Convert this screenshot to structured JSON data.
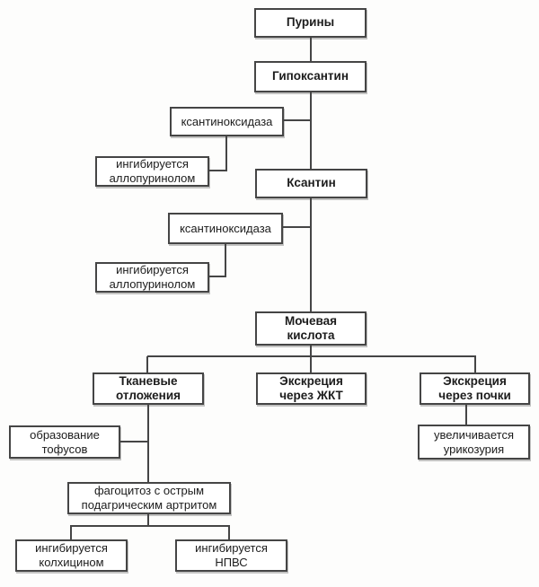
{
  "diagram": {
    "description": "Purine metabolism flowchart (Russian)",
    "colors": {
      "line": "#454545",
      "text": "#1c1c1c",
      "background": "#fdfdfc",
      "node_fill": "#ffffff"
    },
    "nodes": {
      "puriny": "Пурины",
      "gipoksantin": "Гипоксантин",
      "ksantinoksidaza_1": "ксантиноксидаза",
      "ingibiruetsya_allopurinolom_1": "ингибируется\nаллопуринолом",
      "ksantin": "Ксантин",
      "ksantinoksidaza_2": "ксантиноксидаза",
      "ingibiruetsya_allopurinolom_2": "ингибируется\nаллопуринолом",
      "mochevaya_kislota": "Мочевая\nкислота",
      "tkanevye_otlozheniya": "Тканевые\nотложения",
      "ekskreciya_zhkt": "Экскреция\nчерез ЖКТ",
      "ekskreciya_pochki": "Экскреция\nчерез почки",
      "obrazovanie_tofusov": "образование\nтофусов",
      "uvelichivaetsya_urikozuriya": "увеличивается\nурикозурия",
      "fagocitoz": "фагоцитоз с острым\nподагрическим артритом",
      "ingibiruetsya_kolhicinom": "ингибируется\nколхицином",
      "ingibiruetsya_npvs": "ингибируется\nНПВС"
    }
  }
}
